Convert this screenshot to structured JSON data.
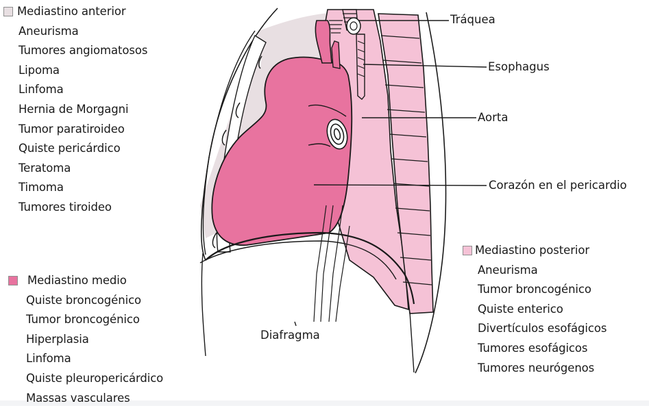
{
  "colors": {
    "anterior": "#e8dfe2",
    "medio": "#e8739f",
    "posterior": "#f5c2d6",
    "outline": "#1a1a1a"
  },
  "legend_anterior": {
    "title": "Mediastino anterior",
    "items": [
      "Aneurisma",
      "Tumores angiomatosos",
      "Lipoma",
      "Linfoma",
      "Hernia de Morgagni",
      "Tumor  paratiroideo",
      "Quiste pericárdico",
      "Teratoma",
      "Timoma",
      "Tumores tiroideo"
    ]
  },
  "legend_medio": {
    "title": "Mediastino medio",
    "items": [
      "Quiste broncogénico",
      "Tumor  broncogénico",
      "Hiperplasia",
      "Linfoma",
      "Quiste pleuropericárdico",
      "Massas vasculares"
    ]
  },
  "legend_posterior": {
    "title": "Mediastino posterior",
    "items": [
      "Aneurisma",
      "Tumor  broncogénico",
      "Quiste enterico",
      "Divertículos esofágicos",
      "Tumores esofágicos",
      "Tumores neurógenos"
    ]
  },
  "callouts": {
    "traquea": "Tráquea",
    "esophagus": "Esophagus",
    "aorta": "Aorta",
    "corazon": "Corazón en el pericardio",
    "diafragma": "Diafragma"
  }
}
